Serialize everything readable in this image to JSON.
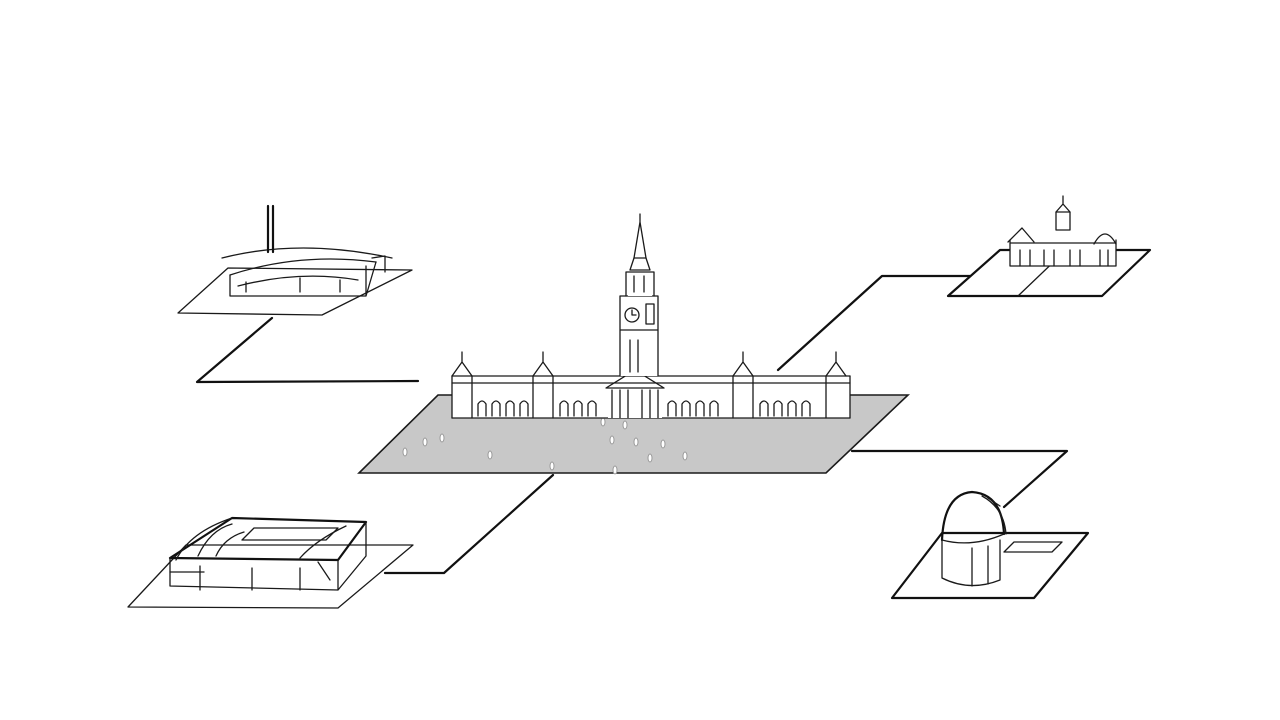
{
  "scene": {
    "background_color": "#ffffff",
    "ink_color": "#1a1a1a",
    "plaza_color": "#c8c8c8",
    "central_building": {
      "name": "clock-tower-hall",
      "icon": "clock-tower-building-icon"
    },
    "satellite_buildings": [
      {
        "name": "arena-with-chimney",
        "icon": "domed-arena-icon",
        "position": "top-left"
      },
      {
        "name": "chapel-house",
        "icon": "chapel-building-icon",
        "position": "top-right"
      },
      {
        "name": "stadium",
        "icon": "stadium-icon",
        "position": "bottom-left"
      },
      {
        "name": "observatory",
        "icon": "observatory-dome-icon",
        "position": "bottom-right"
      }
    ]
  }
}
